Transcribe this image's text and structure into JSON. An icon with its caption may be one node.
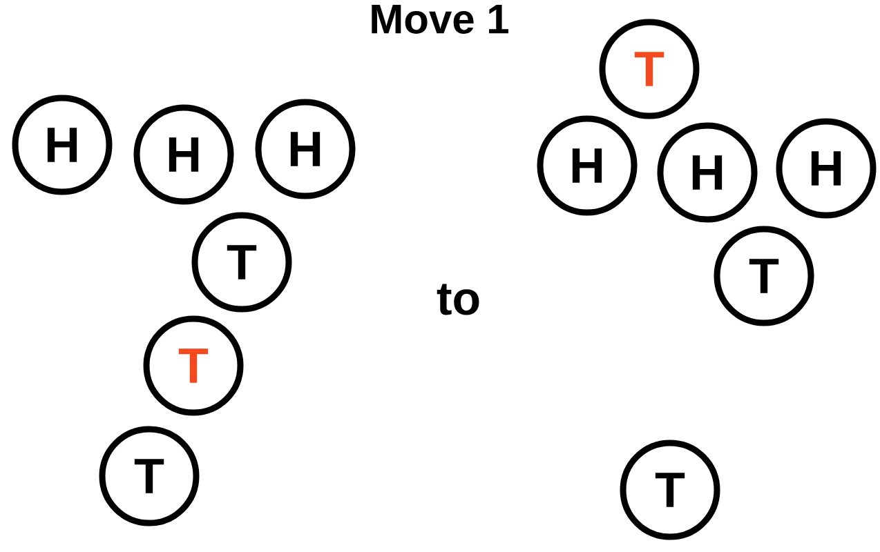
{
  "diagram": {
    "title": "Move 1",
    "nodes": [
      {
        "text": [
          "H"
        ]
      },
      {
        "text": [
          "H"
        ]
      },
      {
        "text": [
          "H"
        ]
      },
      {
        "text": [
          "T"
        ]
      },
      {
        "text": [
          "T"
        ]
      },
      {
        "text": [
          "T"
        ]
      },
      {
        "text": [
          "T"
        ]
      },
      {
        "text": [
          "H"
        ]
      },
      {
        "text": [
          "H"
        ]
      },
      {
        "text": [
          "H"
        ]
      },
      {
        "text": [
          "T"
        ]
      },
      {
        "text": [
          "T"
        ]
      }
    ],
    "labels": [
      "to"
    ]
  }
}
